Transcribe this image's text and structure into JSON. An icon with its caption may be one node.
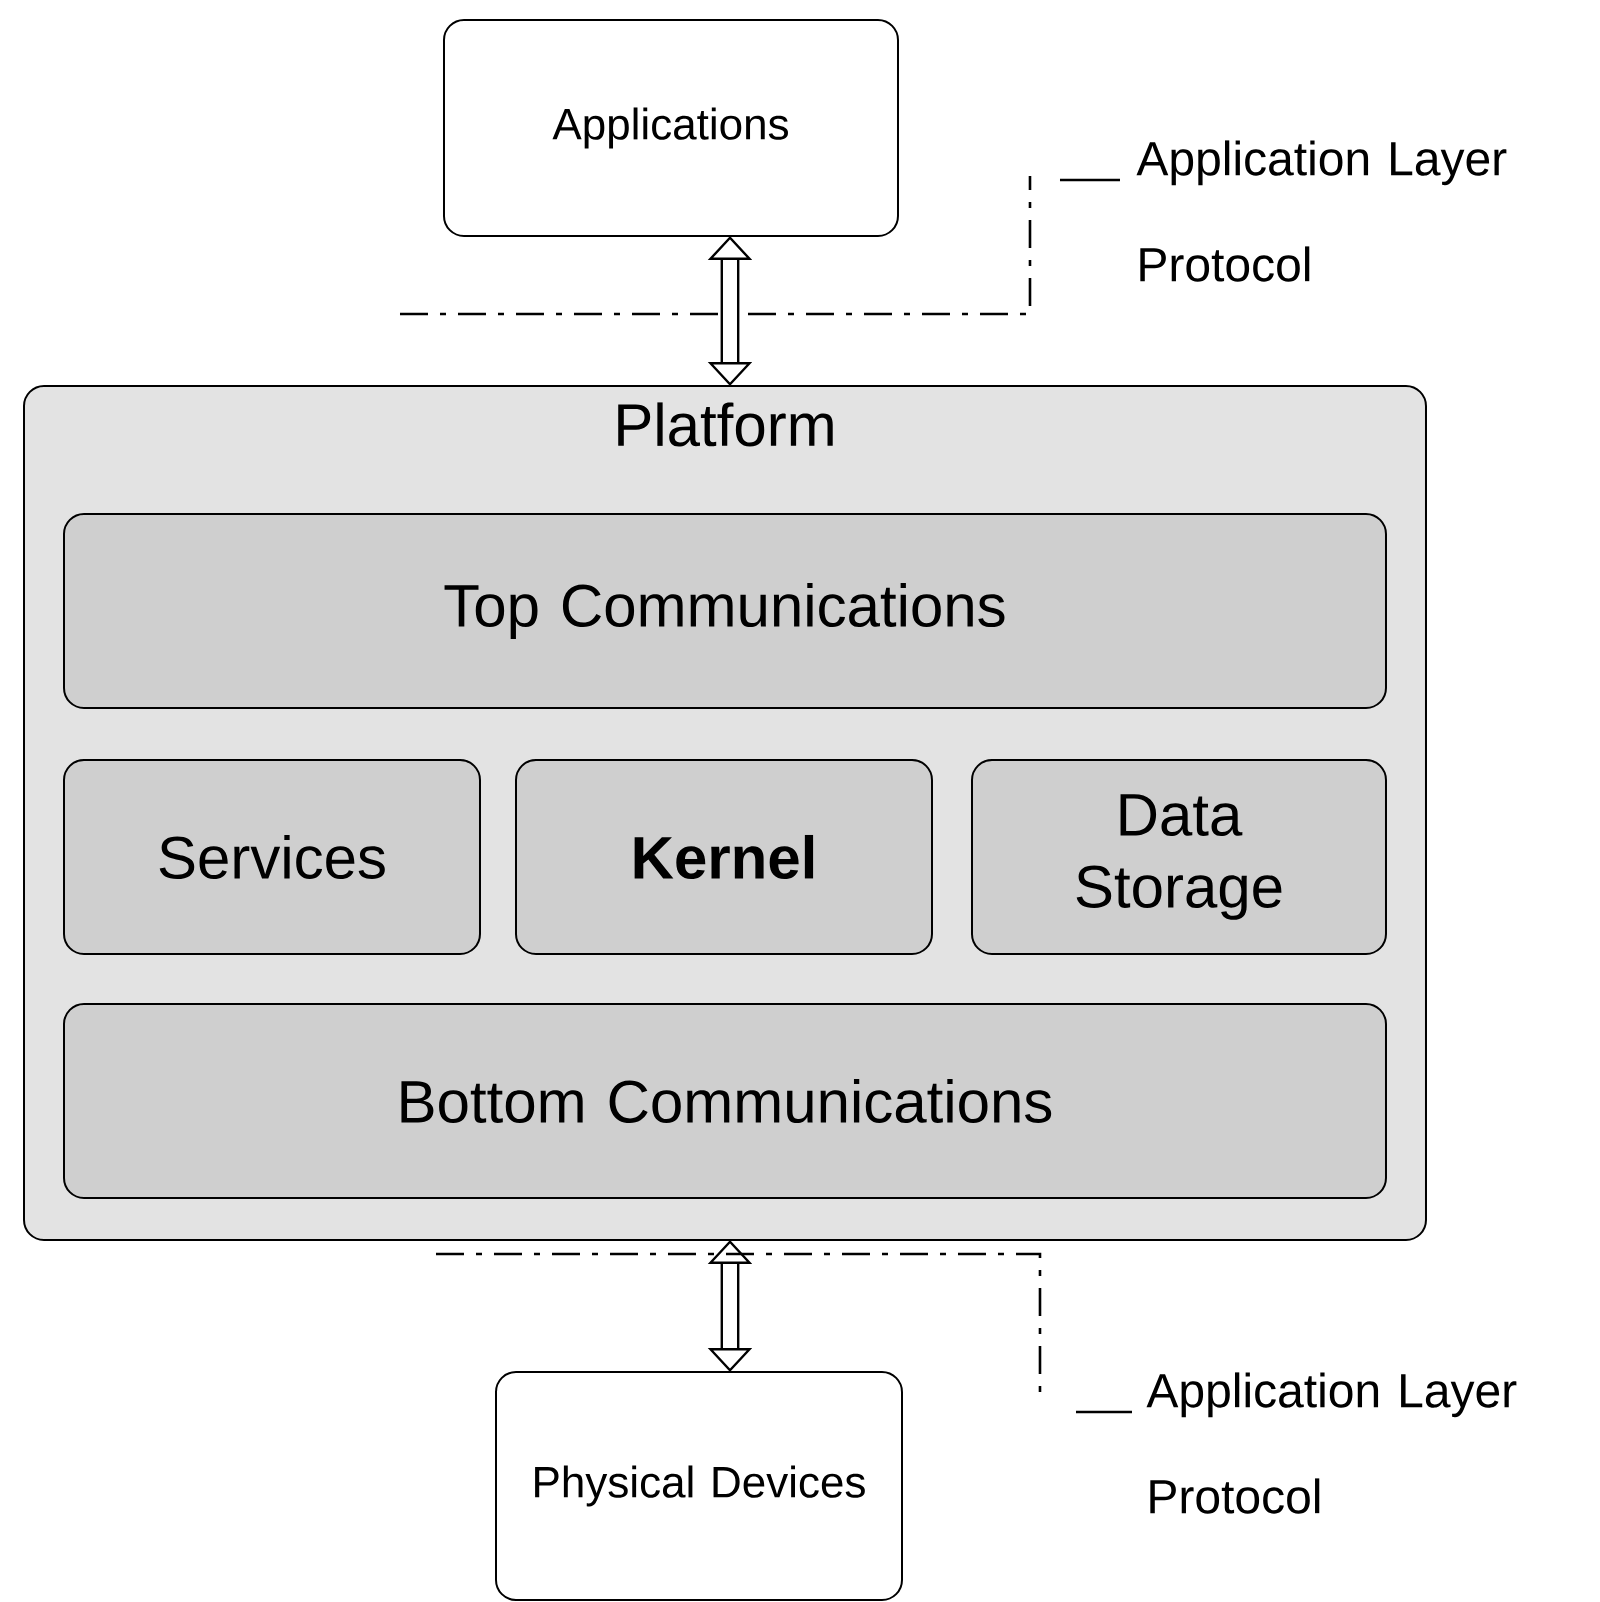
{
  "diagram": {
    "nodes": [
      {
        "text": [
          "Applications"
        ]
      },
      {
        "text": [
          "Platform"
        ]
      },
      {
        "text": [
          "Top Communications"
        ],
        "in": 1
      },
      {
        "text": [
          "Services"
        ],
        "in": 1
      },
      {
        "text": [
          "Kernel"
        ],
        "in": 1
      },
      {
        "text": [
          "Data Storage"
        ],
        "in": 1
      },
      {
        "text": [
          "Bottom Communications"
        ],
        "in": 1
      },
      {
        "text": [
          "Physical Devices"
        ]
      }
    ],
    "edges": [
      {
        "from": 0,
        "to": 1,
        "arrow": "both"
      },
      {
        "from": 1,
        "to": 7,
        "arrow": "both"
      }
    ],
    "labels": [
      "Application Layer Protocol",
      "Application Layer Protocol"
    ]
  }
}
